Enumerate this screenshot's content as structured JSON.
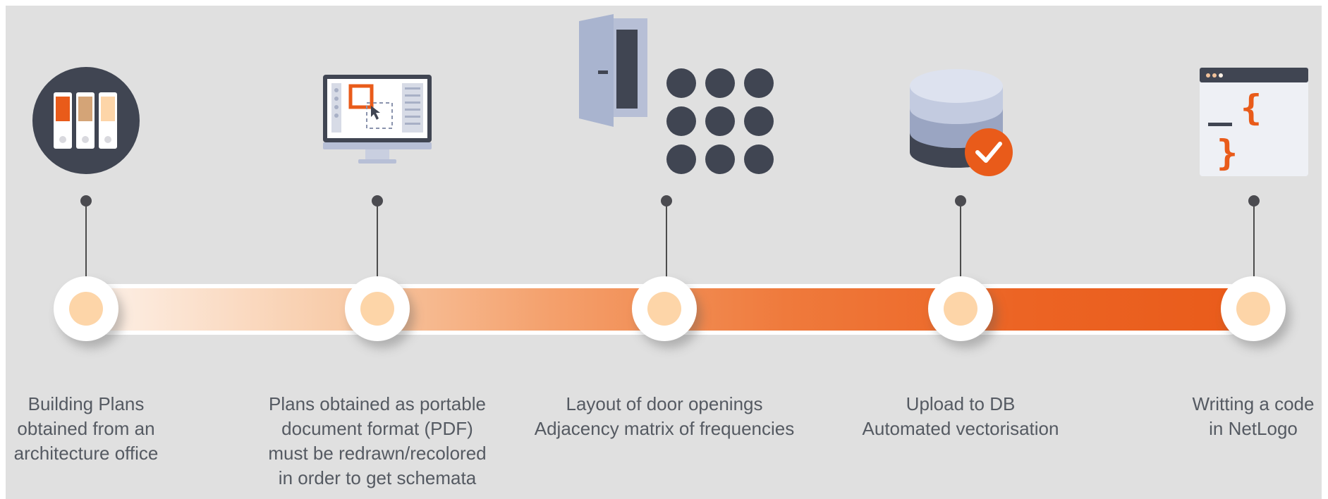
{
  "colors": {
    "background": "#e0e0e0",
    "accent": "#e95b1a",
    "dark": "#404552",
    "node_fill": "#fdd5a8",
    "text": "#555a62"
  },
  "steps": [
    {
      "icon": "binders-icon",
      "lines": [
        "Building Plans",
        "obtained from an",
        "architecture office"
      ]
    },
    {
      "icon": "monitor-icon",
      "lines": [
        "Plans obtained as portable",
        "document format (PDF)",
        "must be redrawn/recolored",
        "in order to get schemata"
      ]
    },
    {
      "icon": "door-matrix-icon",
      "lines": [
        "Layout of door openings",
        "Adjacency matrix of frequencies"
      ]
    },
    {
      "icon": "database-check-icon",
      "lines": [
        "Upload to DB",
        "Automated vectorisation"
      ]
    },
    {
      "icon": "code-window-icon",
      "lines": [
        "Writting a code",
        "in NetLogo"
      ]
    }
  ]
}
